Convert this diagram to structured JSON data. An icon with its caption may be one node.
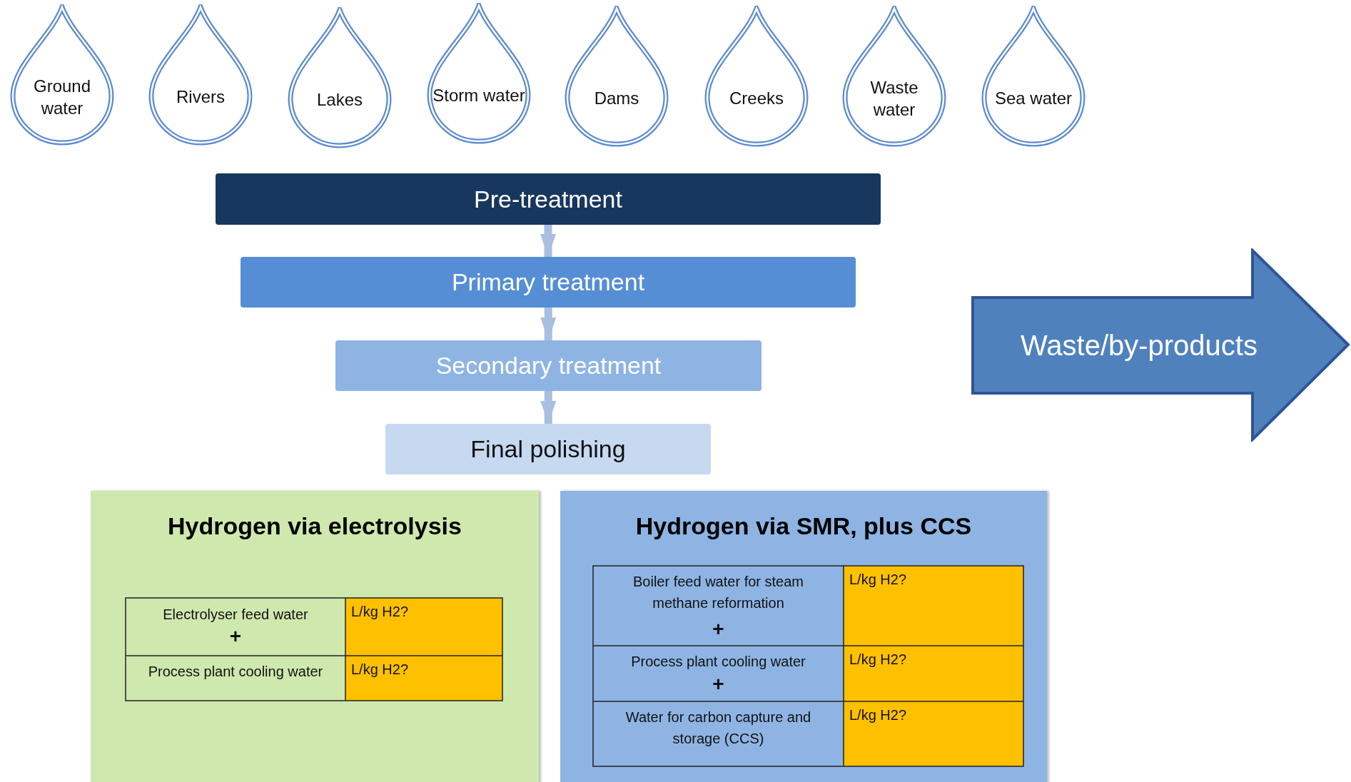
{
  "diagram": {
    "nodes": [
      {
        "text": [
          "Ground water"
        ]
      },
      {
        "text": [
          "Rivers"
        ]
      },
      {
        "text": [
          "Lakes"
        ]
      },
      {
        "text": [
          "Storm water"
        ]
      },
      {
        "text": [
          "Dams"
        ]
      },
      {
        "text": [
          "Creeks"
        ]
      },
      {
        "text": [
          "Waste water"
        ]
      },
      {
        "text": [
          "Sea water"
        ]
      },
      {
        "text": [
          "Pre-treatment"
        ]
      },
      {
        "text": [
          "Primary treatment"
        ]
      },
      {
        "text": [
          "Secondary treatment"
        ]
      },
      {
        "text": [
          "Final polishing"
        ]
      },
      {
        "text": [
          "Waste/by-products"
        ]
      },
      {
        "text": [
          "Hydrogen via electrolysis"
        ]
      },
      {
        "text": [
          "Hydrogen via SMR, plus CCS"
        ]
      }
    ],
    "edges": [
      {
        "from": 8,
        "to": 9,
        "arrow": "to"
      },
      {
        "from": 9,
        "to": 10,
        "arrow": "to"
      },
      {
        "from": 10,
        "to": 11,
        "arrow": "to"
      }
    ],
    "labels": [
      "Electrolyser feed water",
      "+",
      "L/kg H2?",
      "Process plant cooling water",
      "L/kg H2?",
      "Boiler feed water for steam methane reformation",
      "+",
      "L/kg H2?",
      "Process plant cooling water",
      "+",
      "L/kg H2?",
      "Water for carbon capture and storage (CCS)",
      "L/kg H2?"
    ]
  }
}
